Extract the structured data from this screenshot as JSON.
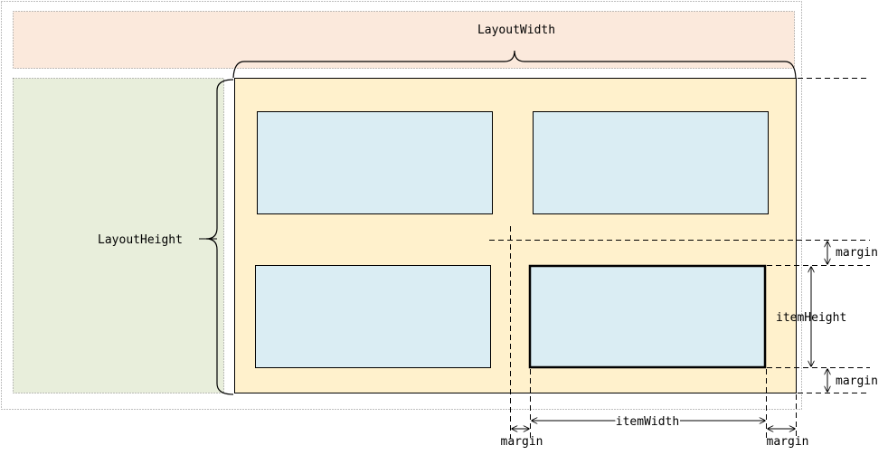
{
  "labels": {
    "layout_width": "LayoutWidth",
    "layout_height": "LayoutHeight",
    "item_height": "itemHeight",
    "item_width": "itemWidth",
    "margin_top": "margin",
    "margin_bottom": "margin",
    "margin_left": "margin",
    "margin_right": "margin"
  },
  "colors": {
    "header_band": "#fbe9dc",
    "side_panel": "#e8eedb",
    "layout_area": "#fff1cc",
    "item": "#daedf3"
  }
}
